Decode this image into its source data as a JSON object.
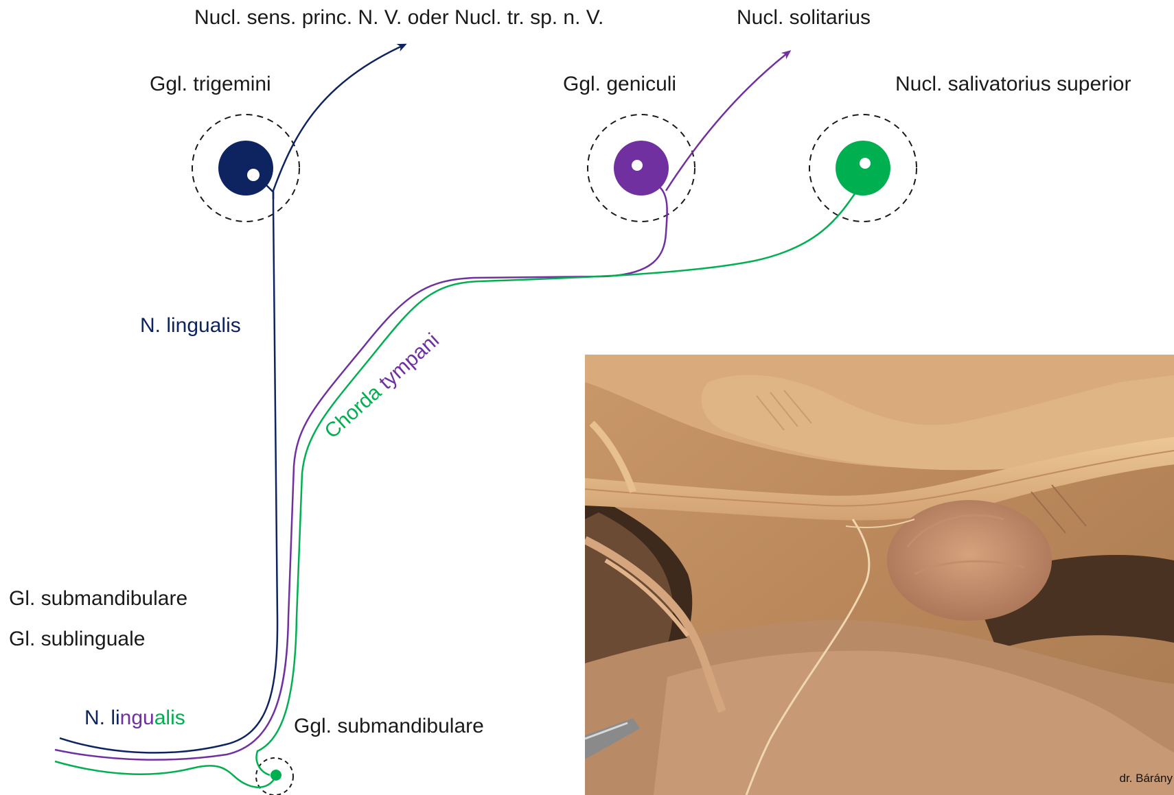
{
  "labels": {
    "nucl_sens": "Nucl. sens. princ. N. V. oder Nucl. tr. sp. n. V.",
    "nucl_solitarius": "Nucl. solitarius",
    "ggl_trigemini": "Ggl. trigemini",
    "ggl_geniculi": "Ggl. geniculi",
    "nucl_salivatorius": "Nucl. salivatorius superior",
    "n_lingualis_upper": "N. lingualis",
    "chorda_part1": "Chorda ",
    "chorda_part2": "tympani",
    "gl_submandibulare": "Gl. submandibulare",
    "gl_sublinguale": "Gl. sublinguale",
    "n_lingualis_lower_part1": "N. li",
    "n_lingualis_lower_part2": "ngu",
    "n_lingualis_lower_part3": "alis",
    "ggl_submandibulare": "Ggl. submandibulare"
  },
  "photo": {
    "credit": "dr. Bárány"
  },
  "colors": {
    "trigeminal": "#0d2461",
    "geniculate": "#7030a0",
    "salivatory": "#00b050",
    "dashed_circle": "#1a1a1a"
  }
}
